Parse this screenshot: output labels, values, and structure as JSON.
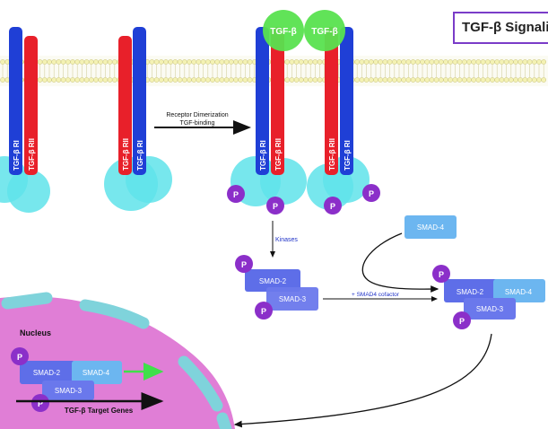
{
  "title": "TGF-β Signali",
  "labels": {
    "tgfb_ligand": "TGF-β",
    "receptor_ri": "TGF-β RI",
    "receptor_rii": "TGF-β RII",
    "dimerization_line1": "Receptor Dimerization",
    "dimerization_line2": "TGF-binding",
    "kinases": "Kinases",
    "cofactor": "+ SMAD4 cofactor",
    "nucleus": "Nucleus",
    "target_genes": "TGF-β Target Genes",
    "smad2": "SMAD-2",
    "smad3": "SMAD-3",
    "smad4": "SMAD-4",
    "phospho": "P"
  },
  "colors": {
    "receptor_rii": "#e8202a",
    "receptor_ri": "#1f3fd6",
    "ligand": "#59e14f",
    "kinase_domain": "#5fe3ea",
    "phosphate": "#8b2fc9",
    "smad2": "#5e6ee8",
    "smad3": "#6a78ec",
    "smad4": "#6cb6f0",
    "nucleus": "#e07ed6",
    "nuclear_envelope": "#7fd3db",
    "membrane_head": "#f4f2b4",
    "title_border": "#7a3cc8",
    "arrow_green": "#3fe04a"
  }
}
